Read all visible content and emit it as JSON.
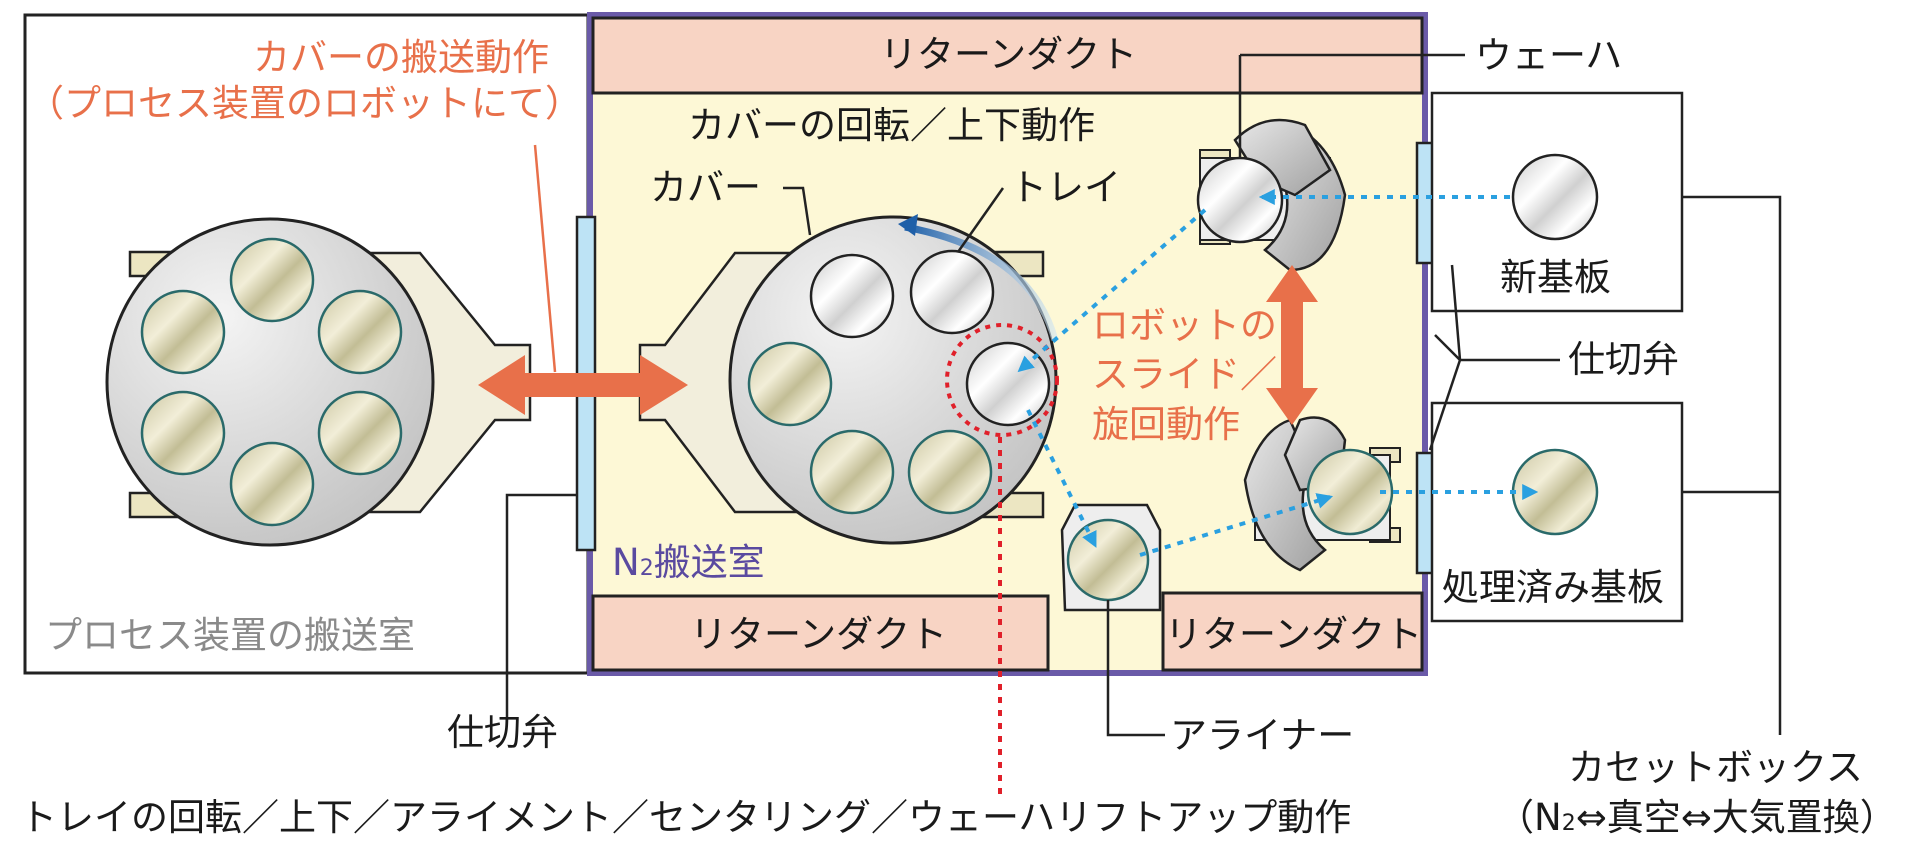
{
  "colors": {
    "accent_orange": "#e8704a",
    "chamber_purple": "#6a5aa8",
    "chamber_fill": "#fdf8d6",
    "duct_fill": "#f8d4c4",
    "valve_blue": "#bde3f5",
    "motion_blue": "#2aa0e0",
    "highlight_red": "#e0202a"
  },
  "labels": {
    "cover_transfer_line1": "カバーの搬送動作",
    "cover_transfer_line2": "（プロセス装置のロボットにて）",
    "process_chamber": "プロセス装置の搬送室",
    "return_duct_top": "リターンダクト",
    "return_duct_bottom_left": "リターンダクト",
    "return_duct_bottom_right": "リターンダクト",
    "cover_rotation": "カバーの回転／上下動作",
    "cover": "カバー",
    "tray": "トレイ",
    "wafer": "ウェーハ",
    "new_substrate": "新基板",
    "gate_valve_right": "仕切弁",
    "gate_valve_bottom": "仕切弁",
    "robot_line1": "ロボットの",
    "robot_line2": "スライド／",
    "robot_line3": "旋回動作",
    "n2_chamber_prefix": "N",
    "n2_chamber_sub": "2",
    "n2_chamber_suffix": "搬送室",
    "processed_substrate": "処理済み基板",
    "aligner": "アライナー",
    "tray_operations": "トレイの回転／上下／アライメント／センタリング／ウェーハリフトアップ動作",
    "cassette_box_line1": "カセットボックス",
    "cassette_box_line2_open": "（N",
    "cassette_box_line2_sub": "2",
    "cassette_box_line2_rest": "⇔真空⇔大気置換）"
  }
}
